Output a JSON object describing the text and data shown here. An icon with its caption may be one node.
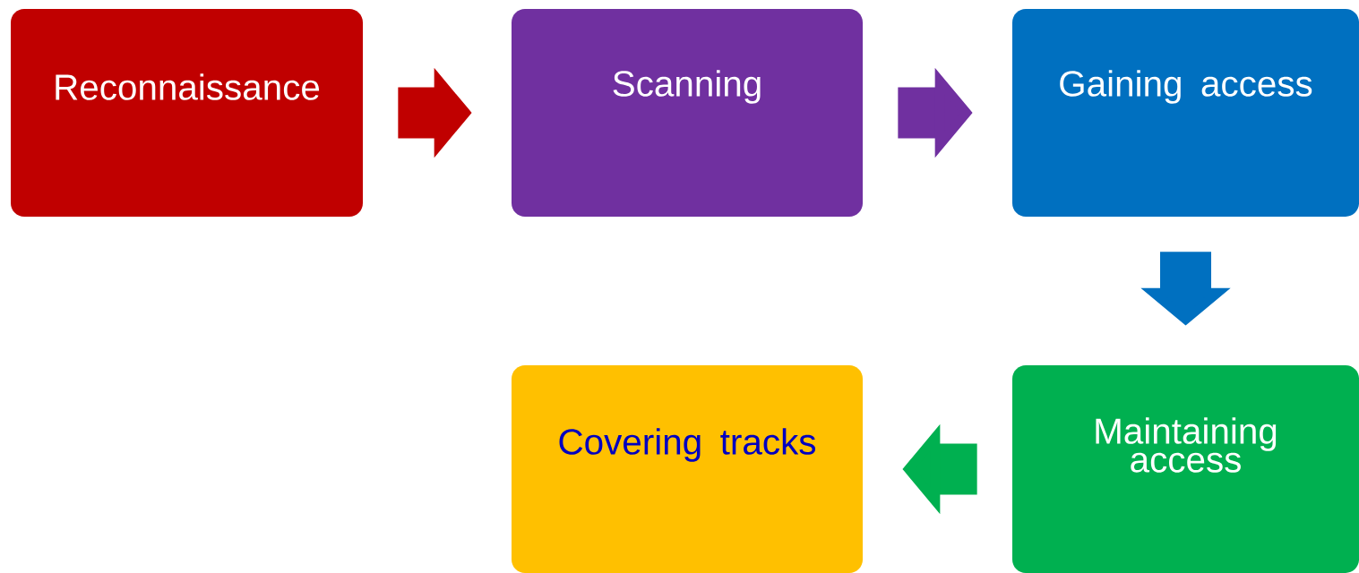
{
  "diagram": {
    "nodes": [
      {
        "text": [
          "Reconnaissance"
        ]
      },
      {
        "text": [
          "Scanning"
        ]
      },
      {
        "text": [
          "Gaining access"
        ]
      },
      {
        "text": [
          "Maintaining access"
        ]
      },
      {
        "text": [
          "Covering tracks"
        ]
      }
    ],
    "edges": [
      {
        "from": 0,
        "to": 1,
        "arrow": "to",
        "color": "#c00000"
      },
      {
        "from": 1,
        "to": 2,
        "arrow": "to",
        "color": "#7030a0"
      },
      {
        "from": 2,
        "to": 3,
        "arrow": "to",
        "color": "#0070c0"
      },
      {
        "from": 3,
        "to": 4,
        "arrow": "to",
        "color": "#00b050"
      }
    ]
  }
}
